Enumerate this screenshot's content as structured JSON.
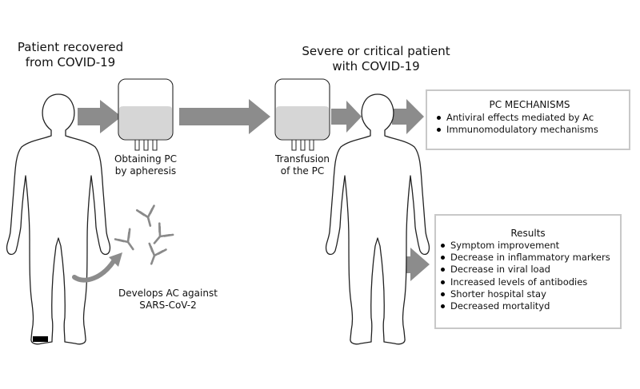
{
  "labels": {
    "donor_title": [
      "Patient recovered",
      "from COVID-19"
    ],
    "recipient_title": [
      "Severe or critical patient",
      "with COVID-19"
    ],
    "apheresis": [
      "Obtaining PC",
      "by apheresis"
    ],
    "transfusion": [
      "Transfusion",
      "of the PC"
    ],
    "antibodies": [
      "Develops AC against",
      "SARS-CoV-2"
    ]
  },
  "mechanisms": {
    "title": "PC MECHANISMS",
    "items": [
      "Antiviral effects mediated by Ac",
      "Immunomodulatory mechanisms"
    ]
  },
  "results": {
    "title": "Results",
    "items": [
      "Symptom improvement",
      "Decrease in inflammatory markers",
      "Decrease in viral load",
      "Increased levels of antibodies",
      "Shorter hospital stay",
      "Decreased mortalityd"
    ]
  },
  "colors": {
    "arrow": "#8c8c8c",
    "bag_fill": "#d6d6d6",
    "box_border": "#c8c8c8",
    "body_outline": "#222222"
  }
}
